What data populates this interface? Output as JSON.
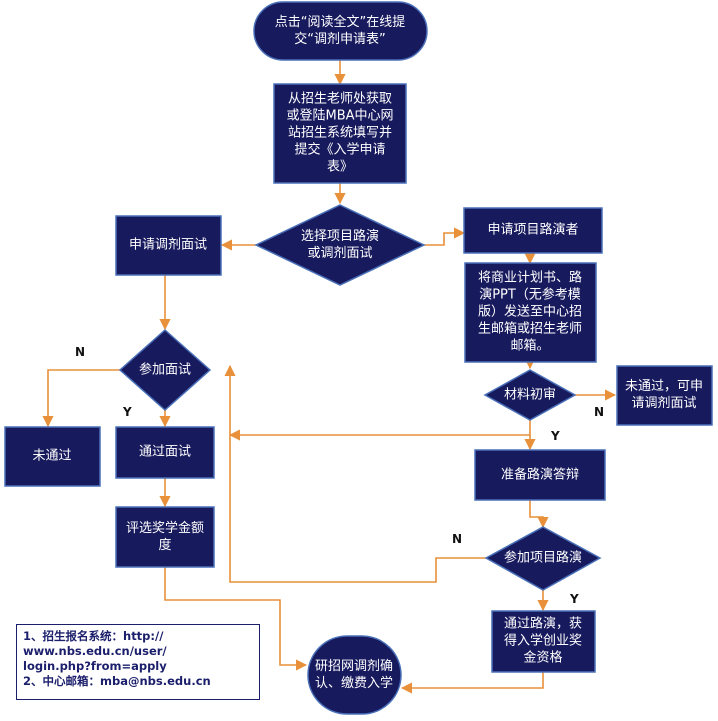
{
  "nodes": {
    "start": [
      "点击“阅读全文”在线提",
      "交“调剂申请表”"
    ],
    "get_form": [
      "从招生老师处获取",
      "或登陆MBA中心网",
      "站招生系统填写并",
      "提交《入学申请",
      "表》"
    ],
    "choose": [
      "选择项目路演",
      "或调剂面试"
    ],
    "apply_interview": [
      "申请调剂面试"
    ],
    "apply_roadshow": [
      "申请项目路演者"
    ],
    "send_ppt": [
      "将商业计划书、路",
      "演PPT（无参考模",
      "版）发送至中心招",
      "生邮箱或招生老师",
      "邮箱。"
    ],
    "attend_interview": [
      "参加面试"
    ],
    "material_review": [
      "材料初审"
    ],
    "review_fail": [
      "未通过，可申",
      "请调剂面试"
    ],
    "fail": [
      "未通过"
    ],
    "pass_interview": [
      "通过面试"
    ],
    "prepare_defense": [
      "准备路演答辩"
    ],
    "scholarship_eval": [
      "评选奖学金额",
      "度"
    ],
    "attend_roadshow": [
      "参加项目路演"
    ],
    "pass_roadshow": [
      "通过路演，获",
      "得入学创业奖",
      "金资格"
    ],
    "confirm": [
      "研招网调剂确",
      "认、缴费入学"
    ]
  },
  "edge_labels": {
    "interview_no": "N",
    "interview_yes": "Y",
    "review_no": "N",
    "review_yes": "Y",
    "roadshow_no": "N",
    "roadshow_yes": "Y"
  },
  "note": {
    "line1": "1、招生报名系统：http://",
    "line2": "www.nbs.edu.cn/user/",
    "line3": "login.php?from=apply",
    "line4": "2、中心邮箱：mba@nbs.edu.cn"
  },
  "colors": {
    "node_fill": "#181a5e",
    "node_border": "#4a70b8",
    "arrow": "#e8903a"
  }
}
